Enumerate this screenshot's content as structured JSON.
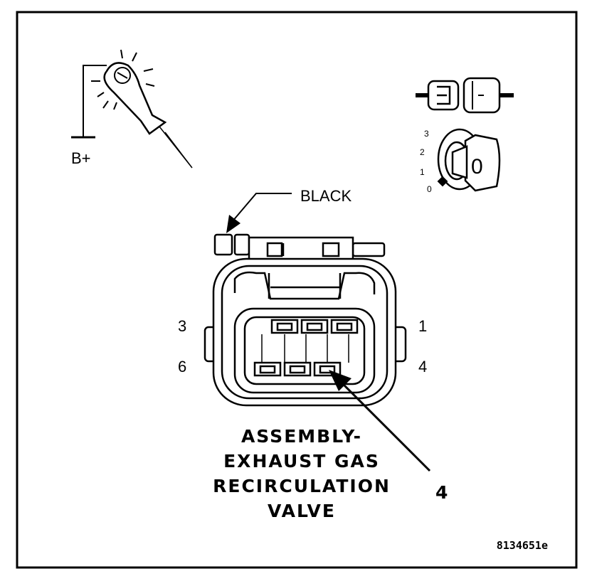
{
  "test_light": {
    "voltage_label": "B+"
  },
  "ignition": {
    "positions": [
      "3",
      "2",
      "1",
      "0"
    ],
    "key_label": "0"
  },
  "connector": {
    "color_label": "BLACK",
    "pin_left_top": "3",
    "pin_left_bottom": "6",
    "pin_right_top": "1",
    "pin_right_bottom": "4"
  },
  "component": {
    "title_lines": [
      "ASSEMBLY-",
      "EXHAUST GAS",
      "RECIRCULATION",
      "VALVE"
    ]
  },
  "callout": {
    "pin_number": "4"
  },
  "figure_code": "8134651e"
}
